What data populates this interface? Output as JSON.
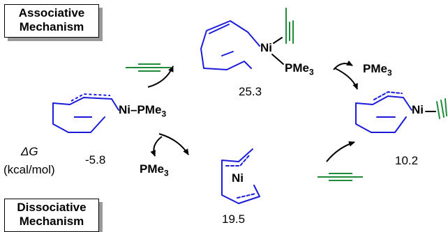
{
  "labels": {
    "associative_line1": "Associative",
    "associative_line2": "Mechanism",
    "dissociative_line1": "Dissociative",
    "dissociative_line2": "Mechanism",
    "dg_symbol": "ΔG",
    "dg_units": "(kcal/mol)"
  },
  "species": {
    "start": {
      "energy": "-5.8",
      "metal": "Ni",
      "ligand": "PMe",
      "ligand_sub": "3"
    },
    "assoc_intermediate": {
      "energy": "25.3",
      "metal": "Ni",
      "ligand": "PMe",
      "ligand_sub": "3"
    },
    "dissoc_intermediate": {
      "energy": "19.5",
      "metal": "Ni"
    },
    "product": {
      "energy": "10.2",
      "metal": "Ni"
    }
  },
  "released": {
    "assoc": {
      "text": "PMe",
      "sub": "3"
    },
    "dissoc": {
      "text": "PMe",
      "sub": "3"
    }
  },
  "colors": {
    "ring": "#1a1adb",
    "alkyne": "#1f8a3a",
    "bond": "#000000"
  }
}
